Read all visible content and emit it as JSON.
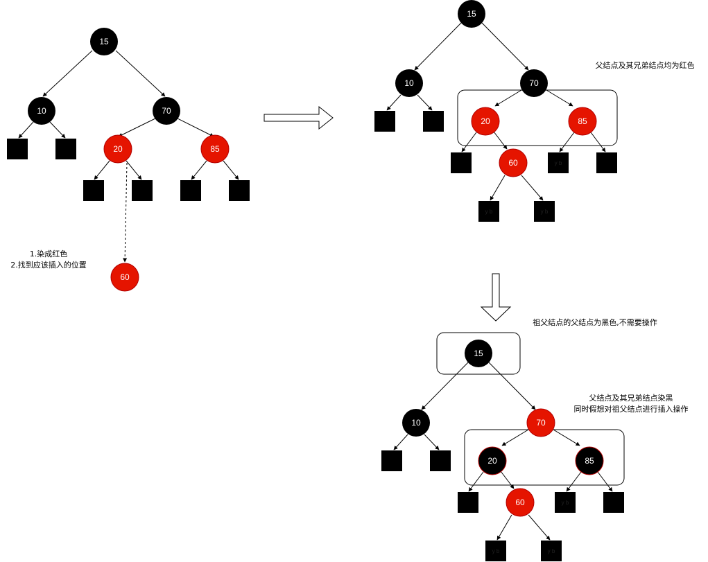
{
  "colors": {
    "black_node": "#000000",
    "red_node": "#e51400",
    "red_stroke": "#b20000",
    "leaf": "#000000"
  },
  "step1": {
    "nodes": {
      "n15": "15",
      "n10": "10",
      "n70": "70",
      "n20": "20",
      "n85": "85",
      "n60": "60"
    },
    "note_line1": "1.染成红色",
    "note_line2": "2.找到应该插入的位置"
  },
  "step2": {
    "nodes": {
      "n15": "15",
      "n10": "10",
      "n70": "70",
      "n20": "20",
      "n85": "85",
      "n60": "60"
    },
    "leaf_text": "y b",
    "note": "父结点及其兄弟结点均为红色"
  },
  "step3": {
    "nodes": {
      "n15": "15",
      "n10": "10",
      "n70": "70",
      "n20": "20",
      "n85": "85",
      "n60": "60"
    },
    "leaf_text": "y b",
    "note_grandparent": "祖父结点的父结点为黑色,不需要操作",
    "note_line1": "父结点及其兄弟结点染黑",
    "note_line2": "同时假想对祖父结点进行插入操作"
  }
}
